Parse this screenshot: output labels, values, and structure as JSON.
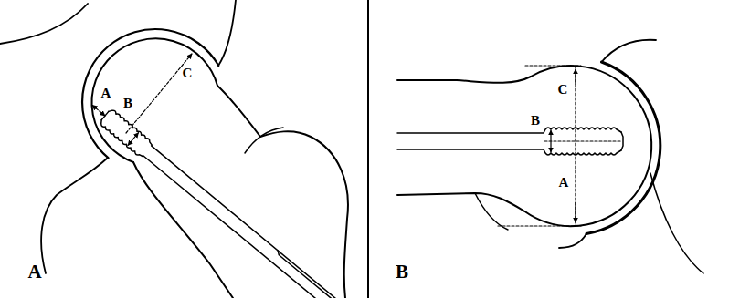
{
  "diagram": {
    "labels": [
      "A",
      "B",
      "C",
      "A",
      "C",
      "B",
      "A",
      "B"
    ]
  }
}
